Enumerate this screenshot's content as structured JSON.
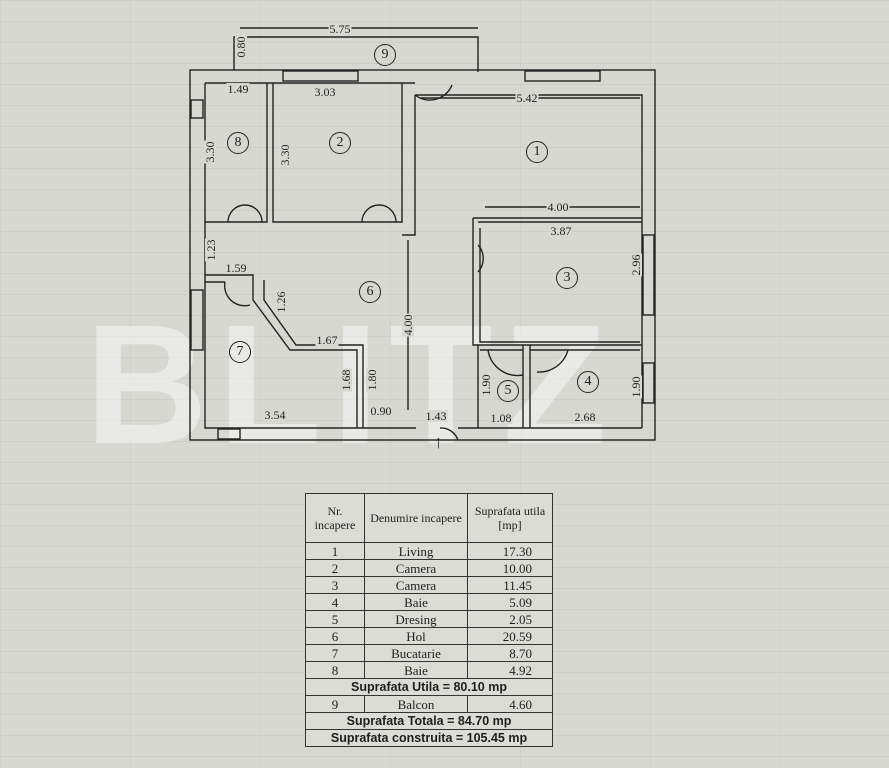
{
  "rooms": [
    {
      "nr": "1",
      "name": "Living",
      "area": "17.30"
    },
    {
      "nr": "2",
      "name": "Camera",
      "area": "10.00"
    },
    {
      "nr": "3",
      "name": "Camera",
      "area": "11.45"
    },
    {
      "nr": "4",
      "name": "Baie",
      "area": "5.09"
    },
    {
      "nr": "5",
      "name": "Dresing",
      "area": "2.05"
    },
    {
      "nr": "6",
      "name": "Hol",
      "area": "20.59"
    },
    {
      "nr": "7",
      "name": "Bucatarie",
      "area": "8.70"
    },
    {
      "nr": "8",
      "name": "Baie",
      "area": "4.92"
    },
    {
      "nr": "9",
      "name": "Balcon",
      "area": "4.60"
    }
  ],
  "table": {
    "h_nr": "Nr. incapere",
    "h_name": "Denumire incapere",
    "h_area": "Suprafata utila [mp]",
    "utila": "Suprafata Utila  =  80.10 mp",
    "totala": "Suprafata Totala  =  84.70 mp",
    "construita": "Suprafata  construita  =  105.45 mp"
  },
  "dims": [
    "5.75",
    "0.80",
    "1.49",
    "3.03",
    "5.42",
    "3.30",
    "3.30",
    "4.00",
    "3.87",
    "2.96",
    "1.23",
    "1.59",
    "1.26",
    "1.67",
    "4.00",
    "1.68",
    "1.80",
    "0.90",
    "3.54",
    "1.43",
    "1.08",
    "2.68",
    "1.90",
    "1.90"
  ],
  "watermark": "BLITZ",
  "entrance_arrow": "↑"
}
